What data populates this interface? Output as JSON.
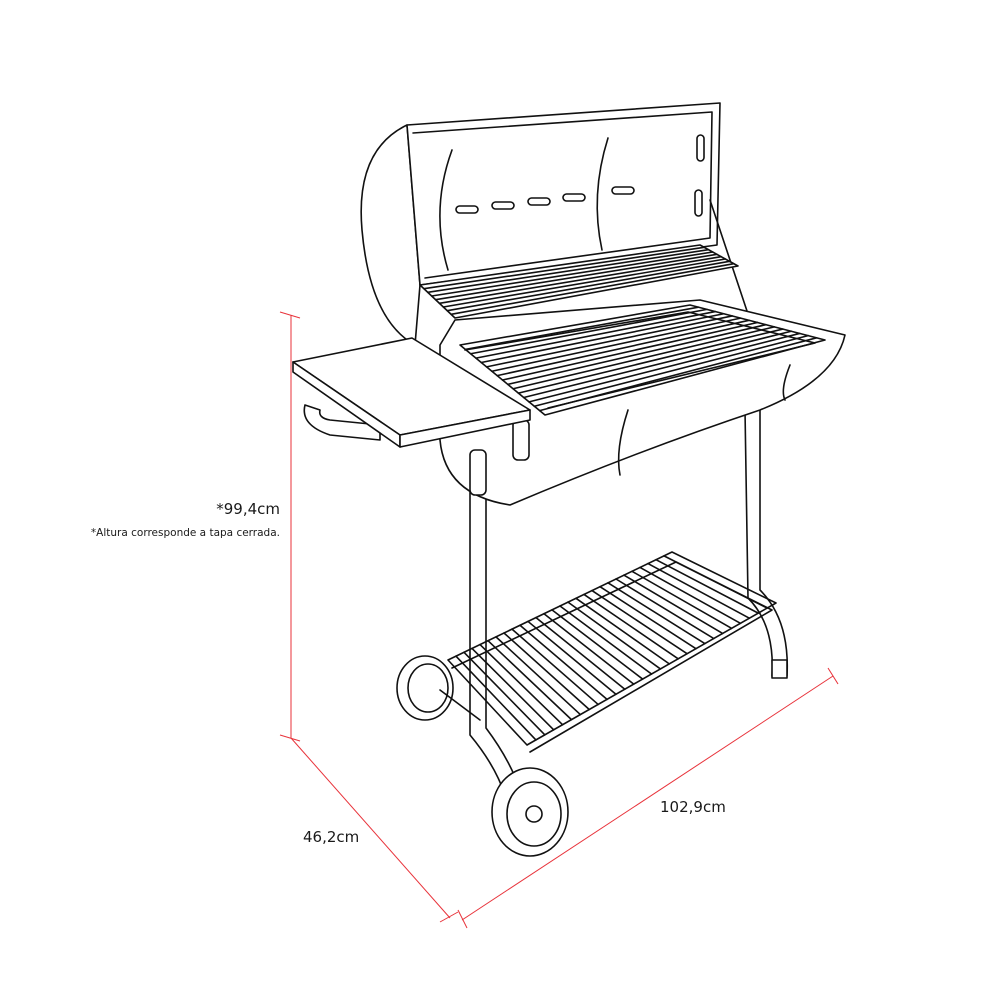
{
  "dimensions": {
    "height": "*99,4cm",
    "height_note": "*Altura corresponde a tapa cerrada.",
    "depth": "46,2cm",
    "width": "102,9cm"
  },
  "colors": {
    "dimension_line": "#e8323a",
    "drawing_line": "#111111"
  }
}
